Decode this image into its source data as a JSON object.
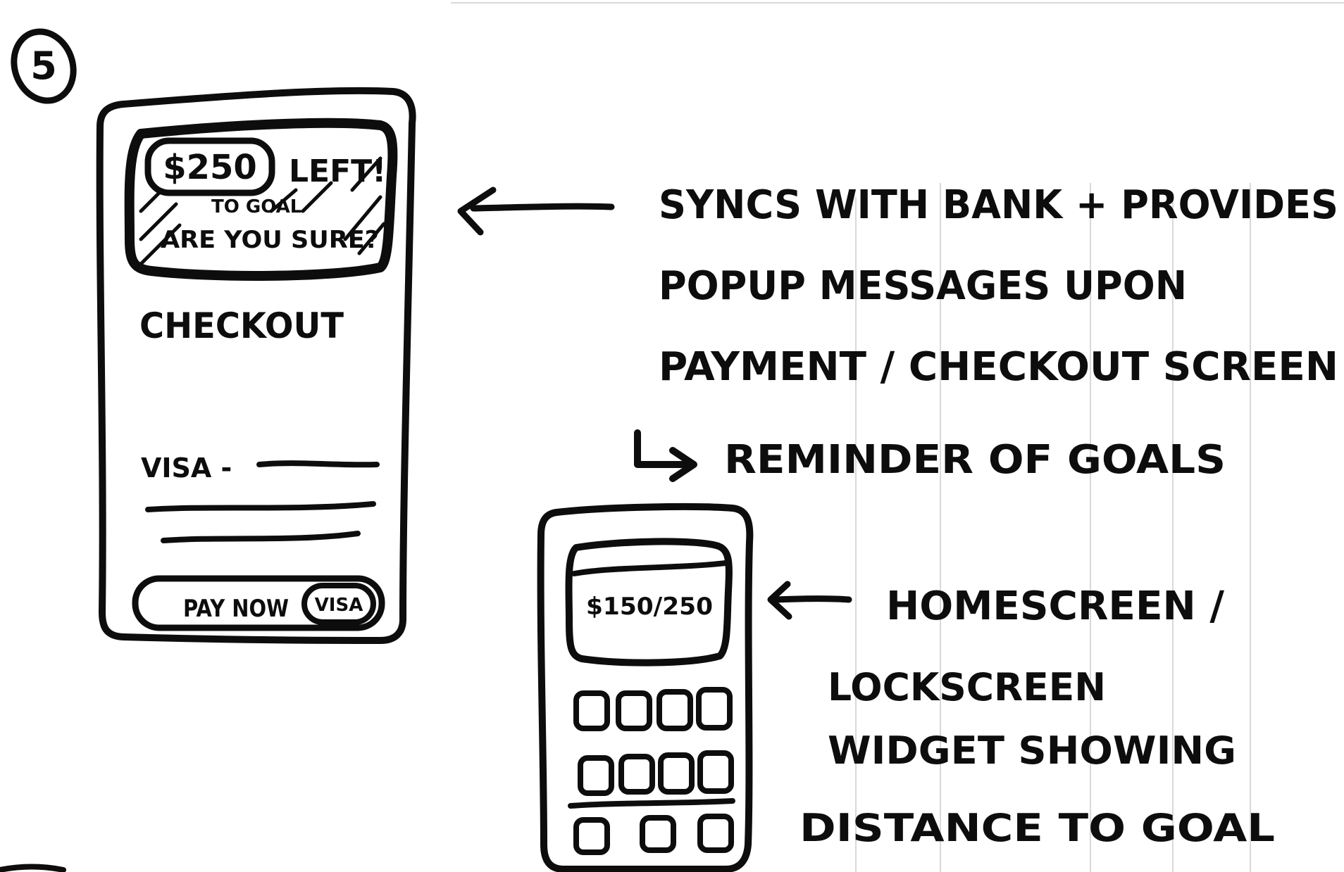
{
  "page_number": "5",
  "phone_checkout": {
    "banner_amount": "$250",
    "banner_text": "LEFT!",
    "banner_sub_line1": "TO GOAL",
    "banner_sub_line2": "ARE YOU SURE?",
    "screen_title": "CHECKOUT",
    "card_label": "VISA -",
    "pay_button_label": "PAY NOW",
    "pay_button_icon_label": "VISA"
  },
  "annotation_checkout": {
    "lines": [
      "SYNCS WITH BANK + PROVIDES",
      "POPUP MESSAGES UPON",
      "PAYMENT / CHECKOUT SCREEN",
      "REMINDER OF GOALS"
    ]
  },
  "phone_home": {
    "widget_text": "$150/250"
  },
  "annotation_home": {
    "lines": [
      "HOMESCREEN /",
      "LOCKSCREEN",
      "WIDGET SHOWING",
      "DISTANCE TO GOAL"
    ]
  },
  "colors": {
    "ink": "#0d0d0d",
    "paper": "#ffffff",
    "grid": "#d9d9d9"
  }
}
